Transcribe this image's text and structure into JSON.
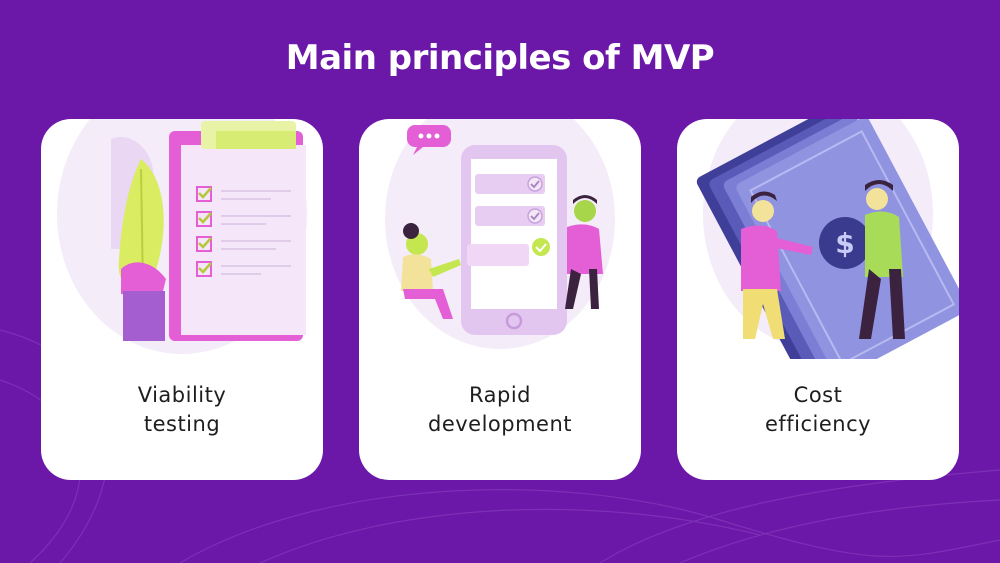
{
  "title": "Main principles of MVP",
  "cards": [
    {
      "line1": "Viability",
      "line2": "testing",
      "icon": "clipboard-checklist-icon"
    },
    {
      "line1": "Rapid",
      "line2": "development",
      "icon": "smartphone-development-icon"
    },
    {
      "line1": "Cost",
      "line2": "efficiency",
      "icon": "money-dollar-icon"
    }
  ],
  "colors": {
    "background": "#6b17a8",
    "card": "#ffffff",
    "accent_pink": "#e45fd6",
    "accent_lime": "#c4e64f",
    "accent_lilac": "#e6c8f0",
    "text": "#1e1e1e"
  }
}
